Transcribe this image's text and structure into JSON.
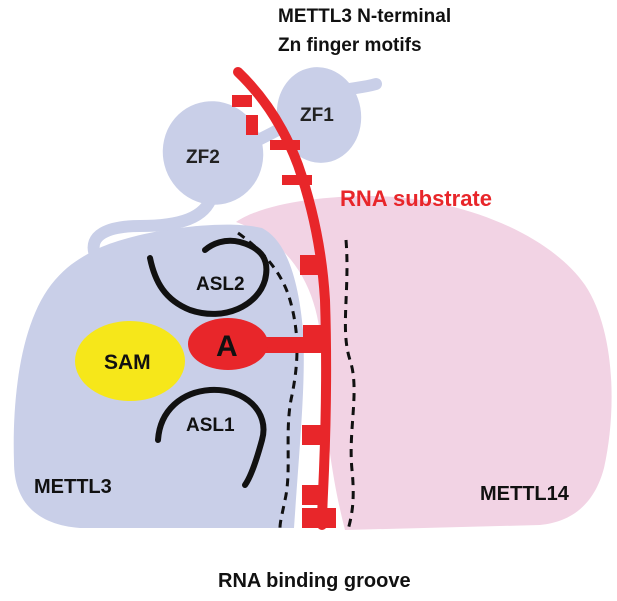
{
  "title": {
    "line1": "METTL3 N-terminal",
    "line2": "Zn finger motifs"
  },
  "labels": {
    "zf1": "ZF1",
    "zf2": "ZF2",
    "rna_substrate": "RNA substrate",
    "asl2": "ASL2",
    "asl1": "ASL1",
    "adenosine": "A",
    "sam": "SAM",
    "mettl3": "METTL3",
    "mettl14": "METTL14",
    "groove": "RNA binding groove"
  },
  "colors": {
    "mettl3": "#c9cfe8",
    "mettl14": "#f2d3e4",
    "rna": "#e8262a",
    "sam": "#f6e71a",
    "outline": "#111111"
  }
}
